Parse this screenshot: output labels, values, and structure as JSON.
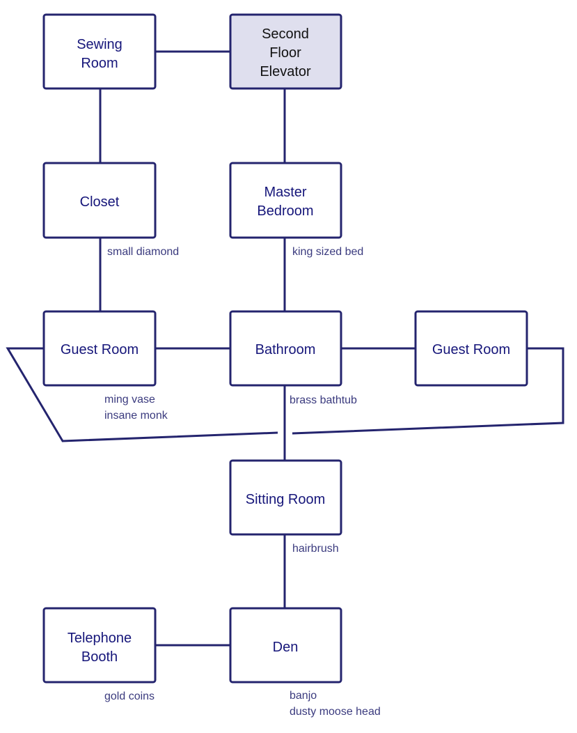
{
  "diagram": {
    "type": "room-map",
    "rooms": {
      "sewing_room": {
        "lines": [
          "Sewing",
          "Room"
        ]
      },
      "elevator": {
        "lines": [
          "Second",
          "Floor",
          "Elevator"
        ],
        "highlight": true
      },
      "closet": {
        "lines": [
          "Closet"
        ]
      },
      "master_bedroom": {
        "lines": [
          "Master",
          "Bedroom"
        ]
      },
      "guest_room_left": {
        "lines": [
          "Guest Room"
        ]
      },
      "bathroom": {
        "lines": [
          "Bathroom"
        ]
      },
      "guest_room_right": {
        "lines": [
          "Guest Room"
        ]
      },
      "sitting_room": {
        "lines": [
          "Sitting Room"
        ]
      },
      "telephone_booth": {
        "lines": [
          "Telephone",
          "Booth"
        ]
      },
      "den": {
        "lines": [
          "Den"
        ]
      }
    },
    "items": {
      "closet": [
        "small diamond"
      ],
      "master_bedroom": [
        "king sized bed"
      ],
      "guest_room_left": [
        "ming vase",
        "insane monk"
      ],
      "bathroom": [
        "brass bathtub"
      ],
      "sitting_room": [
        "hairbrush"
      ],
      "telephone_booth": [
        "gold coins"
      ],
      "den": [
        "banjo",
        "dusty moose head"
      ]
    },
    "connections": [
      [
        "sewing_room",
        "elevator"
      ],
      [
        "sewing_room",
        "closet"
      ],
      [
        "elevator",
        "master_bedroom"
      ],
      [
        "closet",
        "guest_room_left"
      ],
      [
        "master_bedroom",
        "bathroom"
      ],
      [
        "guest_room_left",
        "bathroom"
      ],
      [
        "bathroom",
        "guest_room_right"
      ],
      [
        "guest_room_left",
        "guest_room_right"
      ],
      [
        "bathroom",
        "sitting_room"
      ],
      [
        "sitting_room",
        "den"
      ],
      [
        "telephone_booth",
        "den"
      ]
    ],
    "colors": {
      "stroke": "#24246e",
      "text": "#16167a",
      "highlight_fill": "#dfdfee",
      "item_text": "#3a3a7e"
    }
  }
}
